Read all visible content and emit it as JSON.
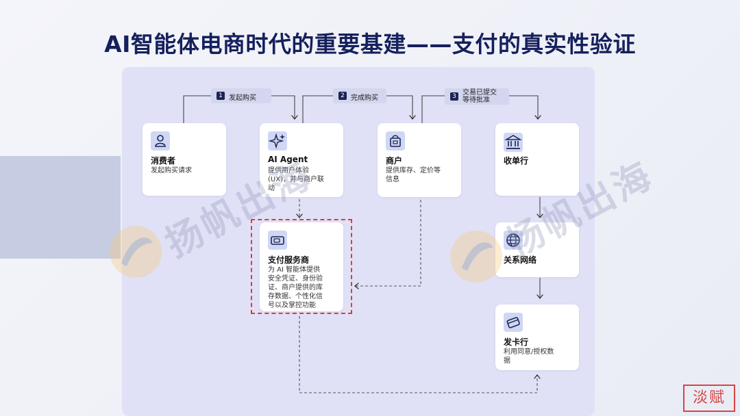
{
  "title": "AI智能体电商时代的重要基建——支付的真实性验证",
  "steps": [
    {
      "num": "1",
      "label": "发起购买"
    },
    {
      "num": "2",
      "label": "完成购买"
    },
    {
      "num": "3",
      "label": "交易已提交\n等待批准"
    }
  ],
  "nodes": {
    "consumer": {
      "title": "消费者",
      "desc": "发起购买请求",
      "icon": "user-icon"
    },
    "agent": {
      "title": "AI Agent",
      "desc": "提供用户体验\n(UX)，并与商户联\n动",
      "icon": "sparkle-icon"
    },
    "merchant": {
      "title": "商户",
      "desc": "提供库存、定价等\n信息",
      "icon": "shopping-bag-icon"
    },
    "acquirer": {
      "title": "收单行",
      "desc": "",
      "icon": "bank-icon"
    },
    "psp": {
      "title": "支付服务商",
      "desc": "为 AI 智能体提供\n安全凭证、身份验\n证、商户提供的库\n存数据、个性化信\n号以及掌控功能",
      "icon": "card-icon"
    },
    "network": {
      "title": "关系网络",
      "desc": "",
      "icon": "globe-icon"
    },
    "issuer": {
      "title": "发卡行",
      "desc": "利用同意/授权数\n据",
      "icon": "card-tilt-icon"
    }
  },
  "watermark": {
    "text": "扬帆出海"
  },
  "stamp": {
    "text": "淡赋"
  },
  "colors": {
    "title": "#15205c",
    "panel": "#e0e1f6",
    "highlight": "#e53935",
    "step_num": "#1d2452"
  }
}
